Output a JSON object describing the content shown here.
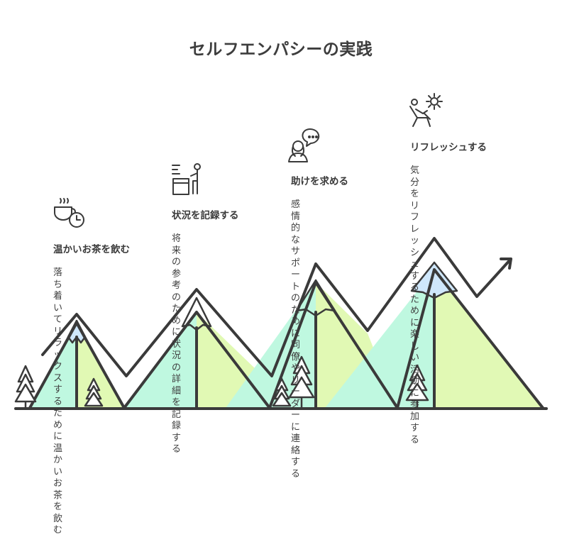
{
  "title": "セルフエンパシーの実践",
  "steps": [
    {
      "heading": "温かいお茶を飲む",
      "description_lines": [
        "落ち着いてリラック",
        "スするために温かい",
        "お茶を飲む"
      ],
      "icon": "tea-cup-clock-icon"
    },
    {
      "heading": "状況を記録する",
      "description_lines": [
        "将来の参考のために",
        "状況の詳細を記録す",
        "る"
      ],
      "icon": "person-writing-desk-icon"
    },
    {
      "heading": "助けを求める",
      "description_lines": [
        "感情的なサポートの",
        "ために同僚やリーダ",
        "ーに連絡する"
      ],
      "icon": "person-speech-bubble-icon"
    },
    {
      "heading": "リフレッシュする",
      "description_lines": [
        "気分をリフレッシュ",
        "するために楽しい活",
        "動に参加する"
      ],
      "icon": "relaxing-chair-sun-icon"
    }
  ],
  "colors": {
    "outline": "#3a3a3a",
    "mint": "#b5f7db",
    "lime": "#dcf8a8",
    "snow": "#cfe7fb",
    "text": "#3f3f3f"
  }
}
